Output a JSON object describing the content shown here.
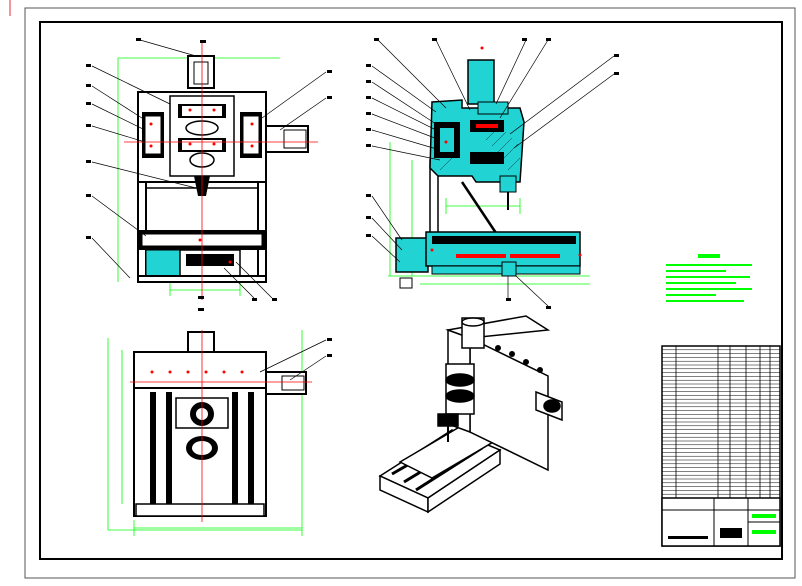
{
  "drawing": {
    "colors": {
      "paper": "#ffffff",
      "border": "#000000",
      "section_fill": "#22d3d3",
      "dimension": "#00ff00",
      "centerline": "#ff0000",
      "hatch": "#000000"
    },
    "views": [
      "front-view",
      "side-section-view",
      "top-view",
      "isometric-view"
    ],
    "notes_block": {
      "label": ""
    },
    "title_block": {
      "rows": 40
    }
  }
}
